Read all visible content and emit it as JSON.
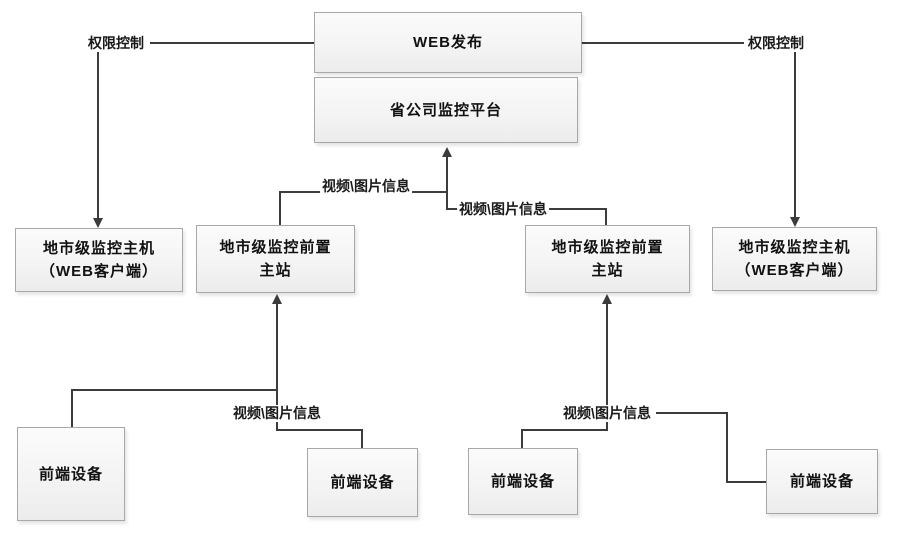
{
  "colors": {
    "background": "#ffffff",
    "connector": "#3c3c3c",
    "box_border": "#a8a8a8",
    "box_fill_top": "#fbfbfb",
    "box_fill_bottom": "#ececec",
    "text": "#111111"
  },
  "nodes": {
    "web_publish": {
      "label": "WEB发布"
    },
    "province_platform": {
      "label": "省公司监控平台"
    },
    "city_host_left": {
      "line1": "地市级监控主机",
      "line2": "（WEB客户端）"
    },
    "city_front_left": {
      "line1": "地市级监控前置",
      "line2": "主站"
    },
    "city_front_right": {
      "line1": "地市级监控前置",
      "line2": "主站"
    },
    "city_host_right": {
      "line1": "地市级监控主机",
      "line2": "（WEB客户端）"
    },
    "front_device_1": {
      "label": "前端设备"
    },
    "front_device_2": {
      "label": "前端设备"
    },
    "front_device_3": {
      "label": "前端设备"
    },
    "front_device_4": {
      "label": "前端设备"
    }
  },
  "edge_labels": {
    "permission_left": "权限控制",
    "permission_right": "权限控制",
    "video_upper_left": "视频\\图片信息",
    "video_upper_right": "视频\\图片信息",
    "video_lower_left": "视频\\图片信息",
    "video_lower_right": "视频\\图片信息"
  }
}
